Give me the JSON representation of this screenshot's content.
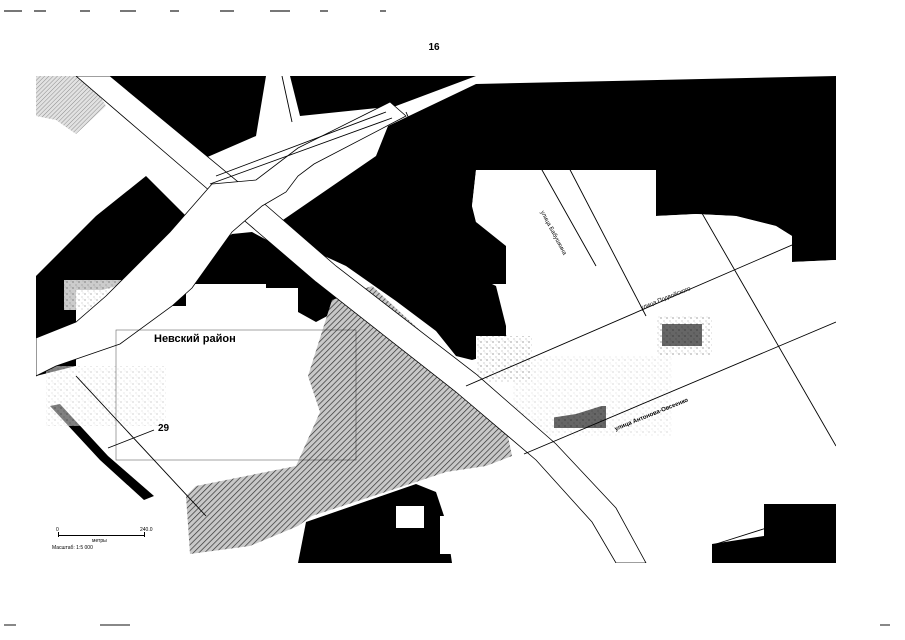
{
  "page": {
    "number": "16"
  },
  "map": {
    "district_label": "Невский район",
    "object_number": "29",
    "streets": [
      {
        "name": "улица Бабушкина"
      },
      {
        "name": "улица Подвойского"
      },
      {
        "name": "улица Антонова-Овсеенко"
      }
    ],
    "scale": {
      "start_label": "0",
      "end_label": "240.0",
      "units_label": "метры",
      "ratio_label": "Масштаб: 1:5 000"
    },
    "colors": {
      "built_area": "#000000",
      "road": "#ffffff",
      "hatched_zone": "#9a9a9a",
      "background": "#ffffff"
    }
  }
}
